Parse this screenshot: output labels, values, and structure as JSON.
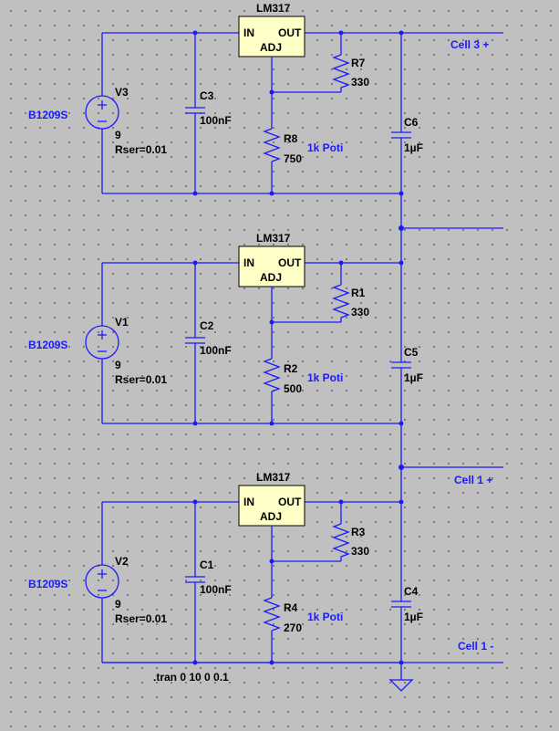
{
  "stages": [
    {
      "regulator": {
        "part": "LM317",
        "in": "IN",
        "out": "OUT",
        "adj": "ADJ"
      },
      "source": {
        "ref": "V3",
        "value": "9",
        "rser": "Rser=0.01",
        "model": "B1209S"
      },
      "c_in": {
        "ref": "C3",
        "value": "100nF"
      },
      "r_top": {
        "ref": "R7",
        "value": "330"
      },
      "r_bot": {
        "ref": "R8",
        "value": "750"
      },
      "poti": "1k Poti",
      "c_out": {
        "ref": "C6",
        "value": "1µF"
      }
    },
    {
      "regulator": {
        "part": "LM317",
        "in": "IN",
        "out": "OUT",
        "adj": "ADJ"
      },
      "source": {
        "ref": "V1",
        "value": "9",
        "rser": "Rser=0.01",
        "model": "B1209S"
      },
      "c_in": {
        "ref": "C2",
        "value": "100nF"
      },
      "r_top": {
        "ref": "R1",
        "value": "330"
      },
      "r_bot": {
        "ref": "R2",
        "value": "500"
      },
      "poti": "1k Poti",
      "c_out": {
        "ref": "C5",
        "value": "1µF"
      }
    },
    {
      "regulator": {
        "part": "LM317",
        "in": "IN",
        "out": "OUT",
        "adj": "ADJ"
      },
      "source": {
        "ref": "V2",
        "value": "9",
        "rser": "Rser=0.01",
        "model": "B1209S"
      },
      "c_in": {
        "ref": "C1",
        "value": "100nF"
      },
      "r_top": {
        "ref": "R3",
        "value": "330"
      },
      "r_bot": {
        "ref": "R4",
        "value": "270"
      },
      "poti": "1k Poti",
      "c_out": {
        "ref": "C4",
        "value": "1µF"
      }
    }
  ],
  "net_labels": {
    "cell3_plus": "Cell 3 +",
    "cell1_plus": "Cell 1 +",
    "cell1_minus": "Cell 1 -"
  },
  "directive": ".tran 0 10 0 0.1"
}
